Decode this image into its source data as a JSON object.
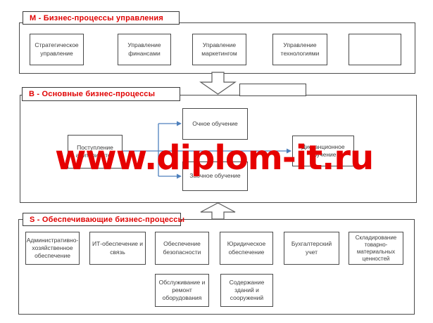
{
  "watermark": {
    "text": "www.diplom-it.ru",
    "color": "#e60000"
  },
  "sections": {
    "management": {
      "title": "М - Бизнес-процессы управления",
      "boxes": [
        {
          "label": "Стратегическое управление"
        },
        {
          "label": "Управление финансами"
        },
        {
          "label": "Управление маркетингом"
        },
        {
          "label": "Управление технологиями"
        },
        {
          "label": ""
        }
      ]
    },
    "core": {
      "title": "В - Основные бизнес-процессы",
      "boxes": {
        "admission": "Поступление абитуриентов",
        "full_time": "Очное обучение",
        "part_time": "Заочное обучение",
        "distance": "Дистанционное обучение"
      }
    },
    "support": {
      "title": "S - Обеспечивающие бизнес-процессы",
      "row1": [
        "Административно-хозяйственное обеспечение",
        "ИТ-обеспечение и связь",
        "Обеспечение безопасности",
        "Юридическое обеспечение",
        "Бухгалтерский учет",
        "Складирование товарно-материальных ценностей"
      ],
      "row2": [
        "Обслуживание и ремонт оборудования",
        "Содержание зданий и сооружений"
      ]
    }
  },
  "colors": {
    "title_red": "#e00000",
    "watermark_red": "#e60000",
    "connector_blue": "#4f81bd",
    "border_gray": "#4a4a4a"
  }
}
